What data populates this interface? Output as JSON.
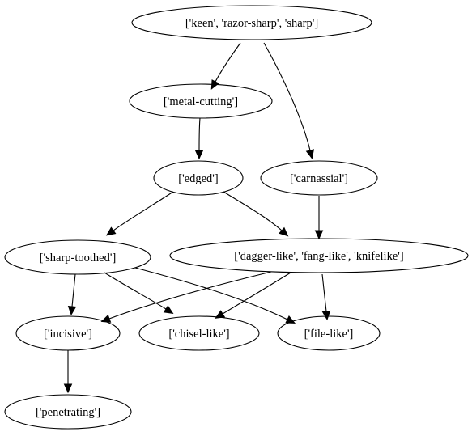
{
  "graph": {
    "nodes": [
      {
        "id": "n_keen",
        "label": "['keen', 'razor-sharp', 'sharp']"
      },
      {
        "id": "n_metal",
        "label": "['metal-cutting']"
      },
      {
        "id": "n_edged",
        "label": "['edged']"
      },
      {
        "id": "n_carnassial",
        "label": "['carnassial']"
      },
      {
        "id": "n_sharptoothed",
        "label": "['sharp-toothed']"
      },
      {
        "id": "n_dagger",
        "label": "['dagger-like', 'fang-like', 'knifelike']"
      },
      {
        "id": "n_incisive",
        "label": "['incisive']"
      },
      {
        "id": "n_chisel",
        "label": "['chisel-like']"
      },
      {
        "id": "n_file",
        "label": "['file-like']"
      },
      {
        "id": "n_penetrating",
        "label": "['penetrating']"
      }
    ],
    "edges": [
      {
        "from": "n_keen",
        "to": "n_metal"
      },
      {
        "from": "n_keen",
        "to": "n_carnassial"
      },
      {
        "from": "n_metal",
        "to": "n_edged"
      },
      {
        "from": "n_edged",
        "to": "n_sharptoothed"
      },
      {
        "from": "n_edged",
        "to": "n_dagger"
      },
      {
        "from": "n_carnassial",
        "to": "n_dagger"
      },
      {
        "from": "n_sharptoothed",
        "to": "n_incisive"
      },
      {
        "from": "n_sharptoothed",
        "to": "n_chisel"
      },
      {
        "from": "n_sharptoothed",
        "to": "n_file"
      },
      {
        "from": "n_dagger",
        "to": "n_incisive"
      },
      {
        "from": "n_dagger",
        "to": "n_chisel"
      },
      {
        "from": "n_dagger",
        "to": "n_file"
      },
      {
        "from": "n_incisive",
        "to": "n_penetrating"
      }
    ]
  }
}
